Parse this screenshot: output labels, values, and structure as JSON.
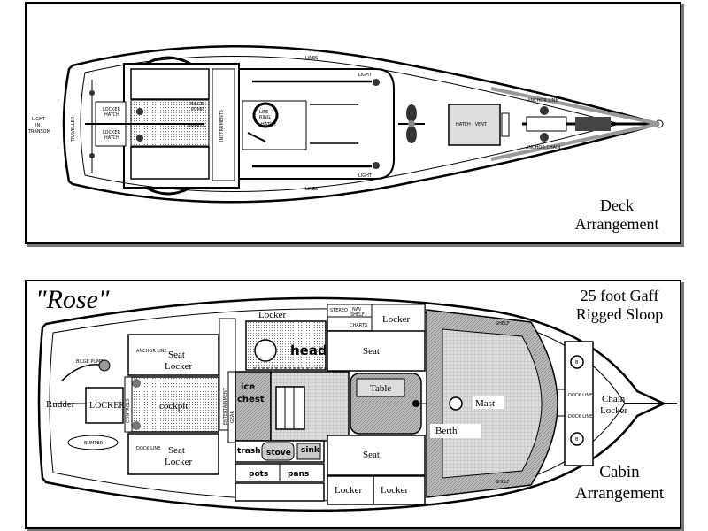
{
  "deck": {
    "title_line1": "Deck",
    "title_line2": "Arrangement",
    "labels": {
      "lines_top": "LINES",
      "lines_bottom": "LINES",
      "light_top": "LIGHT",
      "light_bottom": "LIGHT",
      "light_in_transom_1": "LIGHT",
      "light_in_transom_2": "IN",
      "light_in_transom_3": "TRANSOM",
      "traveller": "TRAVELLER",
      "locker_hatch_top_1": "LOCKER",
      "locker_hatch_top_2": "HATCH",
      "locker_hatch_bottom_1": "LOCKER",
      "locker_hatch_bottom_2": "HATCH",
      "bilge_pump_1": "BILGE",
      "bilge_pump_2": "PUMP",
      "compass": "COMPASS",
      "instruments": "INSTRUMENTS",
      "life_ring_1": "LIFE",
      "life_ring_2": "RING",
      "hatch": "HATCH",
      "hatch_vent": "HATCH · VENT",
      "anchor_line": "ANCHOR LINE",
      "anchor_chain": "ANCHOR CHAIN"
    }
  },
  "cabin": {
    "boat_name": "\"Rose\"",
    "spec_line1": "25 foot Gaff",
    "spec_line2": "Rigged Sloop",
    "title_line1": "Cabin",
    "title_line2": "Arrangement",
    "labels": {
      "locker_top_aft": "Locker",
      "locker_top_fwd": "Locker",
      "stereo": "STEREO",
      "nav_shelf_1": "NAV",
      "nav_shelf_2": "SHELF",
      "charts": "CHARTS",
      "seat_locker_top_1": "Seat",
      "seat_locker_top_2": "Locker",
      "seat_locker_bottom_1": "Seat",
      "seat_locker_bottom_2": "Locker",
      "anchor_line": "ANCHOR LINE",
      "dock_line_aft": "DOCK LINE",
      "bilge_pump": "BILGE PUMP",
      "rudder": "Rudder",
      "locker_rudder": "LOCKER",
      "bumper": "BUMPER",
      "cockpit": "cockpit",
      "controls": "CONTROLS",
      "entertainment": "ENTERTAINMENT",
      "gear": "GEAR",
      "ice_chest_1": "ice",
      "ice_chest_2": "chest",
      "head": "head",
      "seat_top": "Seat",
      "seat_bottom": "Seat",
      "table": "Table",
      "mast": "Mast",
      "berth": "Berth",
      "shelf_top": "SHELF",
      "shelf_bottom": "SHELF",
      "trash": "trash",
      "stove": "stove",
      "sink": "sink",
      "pots": "pots",
      "pans": "pans",
      "locker_bottom_aft": "Locker",
      "locker_bottom_fwd": "Locker",
      "dock_line_fwd_top": "DOCK LINE",
      "dock_line_fwd_bottom": "DOCK LINE",
      "chain": "Chain",
      "chain_locker": "Locker",
      "bow_b_top": "B",
      "bow_b_bottom": "B"
    }
  }
}
